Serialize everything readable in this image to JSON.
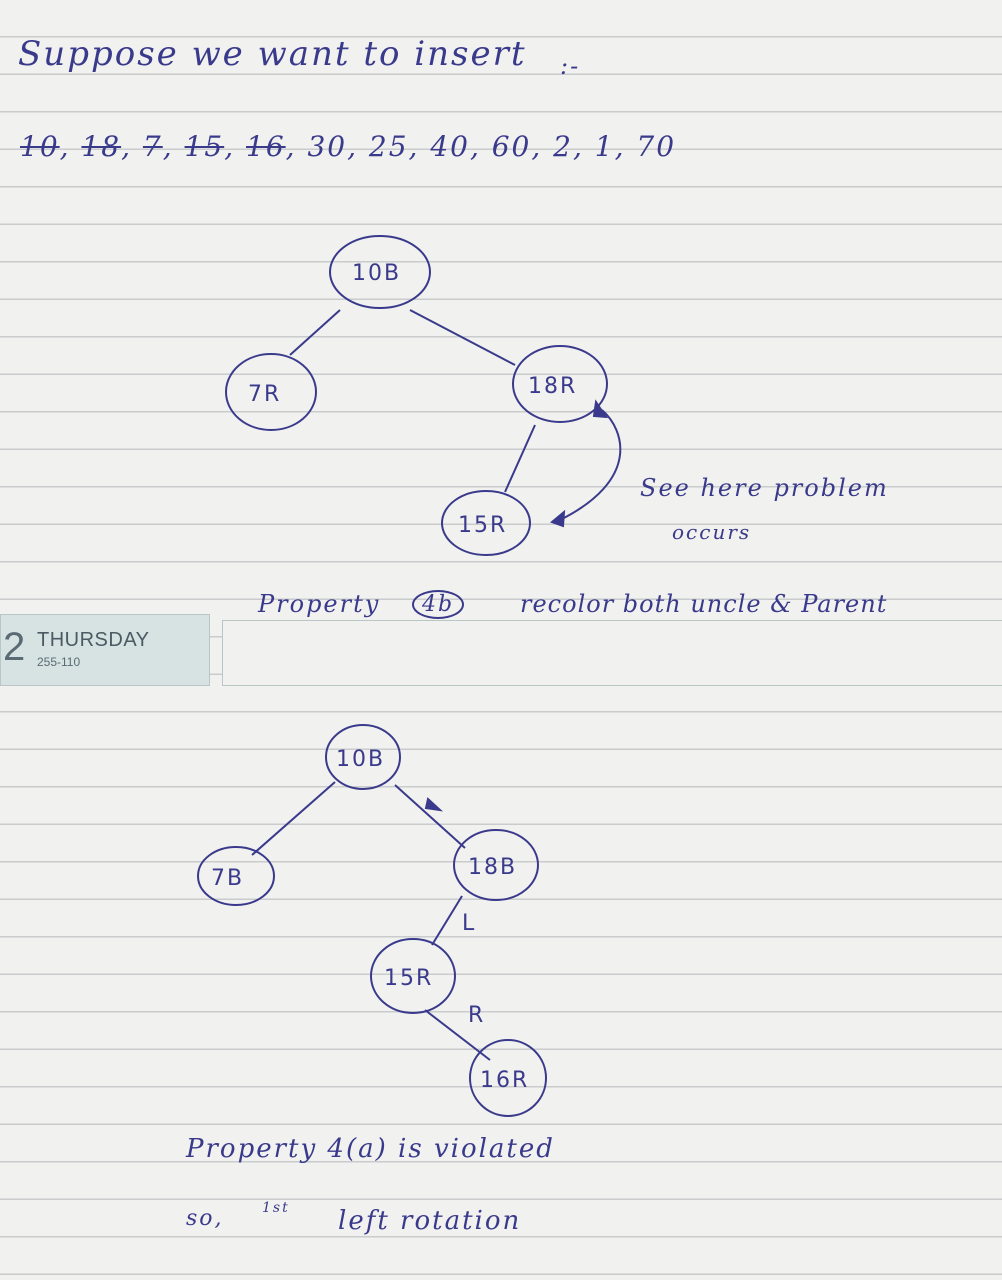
{
  "page": {
    "heading": "Suppose we want to insert",
    "heading_suffix": ":-",
    "sequence_struck": [
      "10",
      "18",
      "7",
      "15",
      "16"
    ],
    "sequence_rest": "30, 25, 40, 60, 2, 1, 70"
  },
  "tree1": {
    "nodes": {
      "root": "10B",
      "left": "7R",
      "right": "18R",
      "right_left": "15R"
    },
    "note_line1": "See here problem",
    "note_line2": "occurs",
    "caption_property": "Property",
    "caption_circled": "4b",
    "caption_action": "recolor both uncle & Parent"
  },
  "diary": {
    "day": "2",
    "weekday": "THURSDAY",
    "count": "255-110"
  },
  "tree2": {
    "nodes": {
      "root": "10B",
      "left": "7B",
      "right": "18B",
      "right_left": "15R",
      "right_left_right": "16R"
    },
    "edge_label_l": "L",
    "edge_label_r": "R",
    "caption_line1": "Property 4(a) is violated",
    "caption_line2_prefix": "so,",
    "caption_line2_ordinal": "1st",
    "caption_line2_rest": "left rotation"
  },
  "colors": {
    "ink": "#3a3a8c",
    "paper": "#f1f1ef",
    "rule": "#c9cbcc",
    "diary_tab": "#d7e3e3"
  }
}
